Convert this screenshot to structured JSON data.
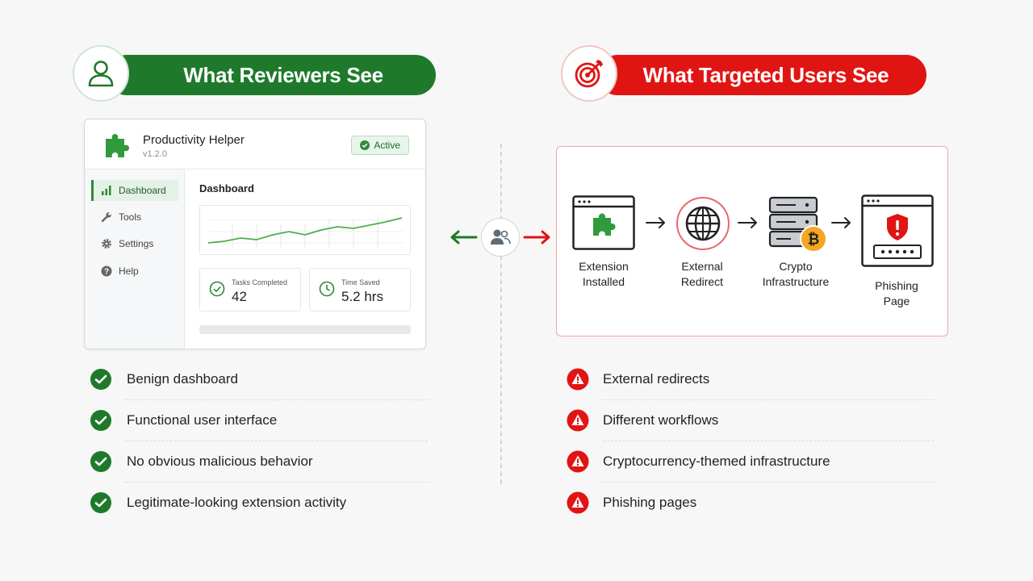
{
  "left_header": {
    "title": "What Reviewers See",
    "icon": "user-icon",
    "color": "#1e7a2a"
  },
  "right_header": {
    "title": "What Targeted Users See",
    "icon": "target-icon",
    "color": "#e11414"
  },
  "mock": {
    "app_name": "Productivity Helper",
    "version": "v1.2.0",
    "status": "Active",
    "sidebar": [
      {
        "label": "Dashboard",
        "icon": "bar-chart-icon",
        "active": true
      },
      {
        "label": "Tools",
        "icon": "wrench-icon",
        "active": false
      },
      {
        "label": "Settings",
        "icon": "gear-icon",
        "active": false
      },
      {
        "label": "Help",
        "icon": "help-icon",
        "active": false
      }
    ],
    "dashboard_title": "Dashboard",
    "stats": [
      {
        "label": "Tasks Completed",
        "value": "42",
        "icon": "check-circle-icon"
      },
      {
        "label": "Time Saved",
        "value": "5.2 hrs",
        "icon": "clock-icon"
      }
    ]
  },
  "center": {
    "icon": "users-icon"
  },
  "flow": [
    {
      "label_line1": "Extension",
      "label_line2": "Installed",
      "icon": "browser-puzzle-icon"
    },
    {
      "label_line1": "External",
      "label_line2": "Redirect",
      "icon": "globe-icon"
    },
    {
      "label_line1": "Crypto",
      "label_line2": "Infrastructure",
      "icon": "server-bitcoin-icon"
    },
    {
      "label_line1": "Phishing",
      "label_line2": "Page",
      "icon": "browser-shield-icon"
    }
  ],
  "reviewer_points": [
    "Benign dashboard",
    "Functional user interface",
    "No obvious malicious behavior",
    "Legitimate-looking extension activity"
  ],
  "target_points": [
    "External redirects",
    "Different workflows",
    "Cryptocurrency-themed infrastructure",
    "Phishing pages"
  ],
  "colors": {
    "green": "#1e7a2a",
    "red": "#e11414",
    "bitcoin": "#f5a623"
  }
}
